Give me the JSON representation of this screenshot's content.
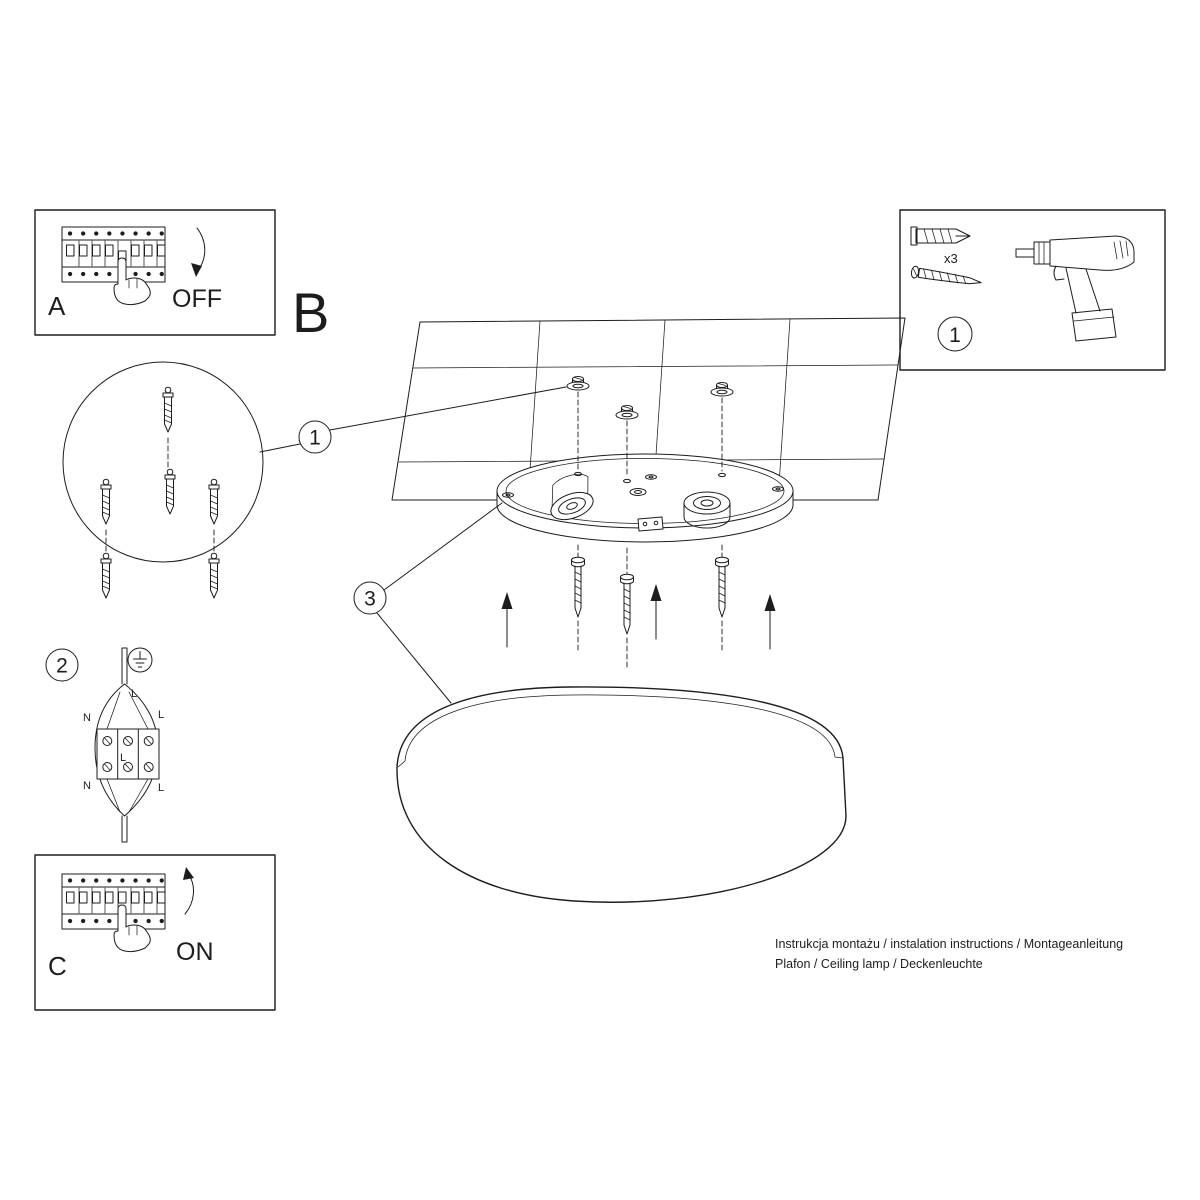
{
  "colors": {
    "line": "#1d1d1d",
    "background": "#ffffff"
  },
  "panel_off": {
    "letter": "A",
    "state": "OFF"
  },
  "panel_on": {
    "letter": "C",
    "state": "ON"
  },
  "section_b": {
    "letter": "B"
  },
  "callout_anchors": {
    "num": "1"
  },
  "callout_wiring": {
    "num": "2"
  },
  "callout_canopy": {
    "num": "3"
  },
  "tools": {
    "num": "1",
    "anchor_count": "x3"
  },
  "wiring_labels": {
    "top": "L",
    "up_left": "N",
    "up_right": "L",
    "mid": "L",
    "low_left": "N",
    "low_right": "L"
  },
  "footer": {
    "line1": "Instrukcja montażu / instalation instructions / Montageanleitung",
    "line2": "Plafon / Ceiling lamp / Deckenleuchte"
  }
}
